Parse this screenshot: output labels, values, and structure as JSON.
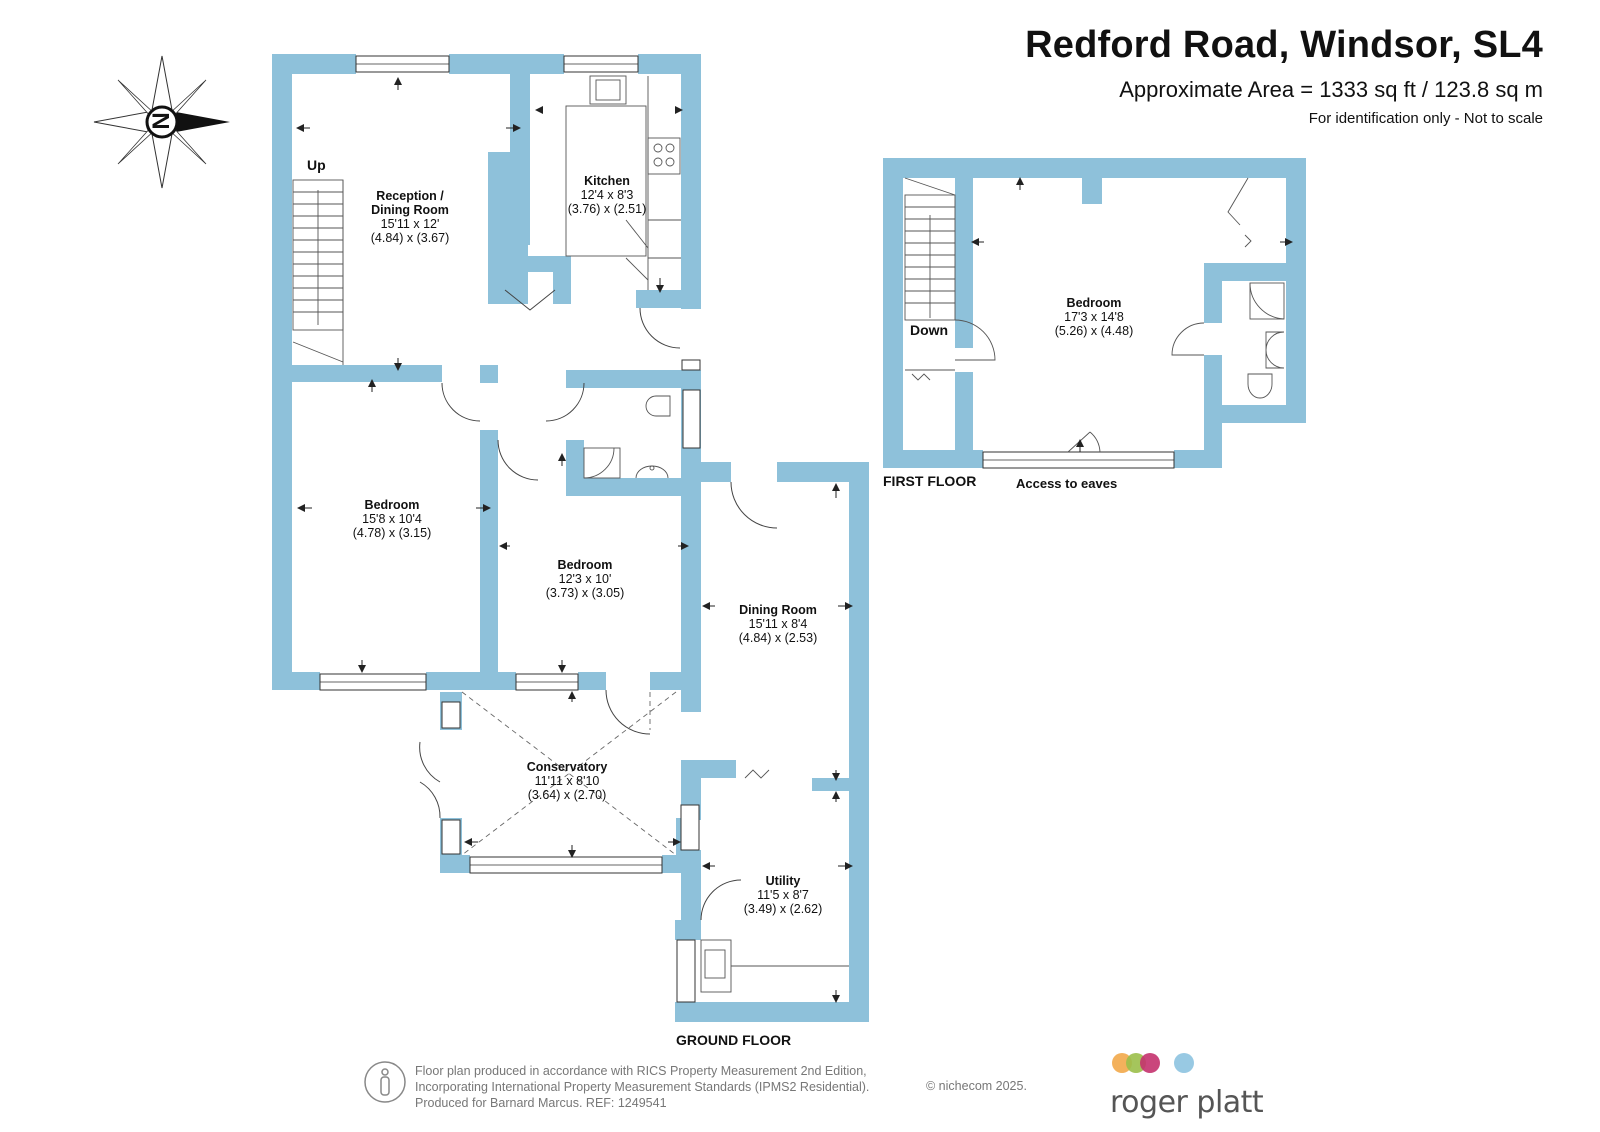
{
  "header": {
    "title": "Redford Road, Windsor, SL4",
    "area": "Approximate Area = 1333 sq ft / 123.8 sq m",
    "disclaimer": "For identification only - Not to scale"
  },
  "compass": {
    "label": "N"
  },
  "ground_floor": {
    "label": "GROUND FLOOR",
    "stairs_label": "Up",
    "rooms": [
      {
        "id": "reception",
        "name": "Reception /",
        "name2": "Dining Room",
        "imperial": "15'11 x 12'",
        "metric": "(4.84) x (3.67)"
      },
      {
        "id": "kitchen",
        "name": "Kitchen",
        "imperial": "12'4 x 8'3",
        "metric": "(3.76) x (2.51)"
      },
      {
        "id": "bedroom1",
        "name": "Bedroom",
        "imperial": "15'8 x 10'4",
        "metric": "(4.78) x (3.15)"
      },
      {
        "id": "bedroom2",
        "name": "Bedroom",
        "imperial": "12'3 x 10'",
        "metric": "(3.73) x (3.05)"
      },
      {
        "id": "dining",
        "name": "Dining Room",
        "imperial": "15'11 x 8'4",
        "metric": "(4.84) x (2.53)"
      },
      {
        "id": "conservatory",
        "name": "Conservatory",
        "imperial": "11'11 x 8'10",
        "metric": "(3.64) x (2.70)"
      },
      {
        "id": "utility",
        "name": "Utility",
        "imperial": "11'5 x 8'7",
        "metric": "(3.49) x (2.62)"
      }
    ]
  },
  "first_floor": {
    "label": "FIRST FLOOR",
    "stairs_label": "Down",
    "eaves_label": "Access to eaves",
    "rooms": [
      {
        "id": "bedroom3",
        "name": "Bedroom",
        "imperial": "17'3 x 14'8",
        "metric": "(5.26) x (4.48)"
      }
    ]
  },
  "footer": {
    "line1": "Floor plan produced in accordance with RICS Property Measurement 2nd Edition,",
    "line2": "Incorporating International Property Measurement Standards (IPMS2 Residential).",
    "line3": "Produced for Barnard Marcus.   REF:  1249541",
    "copyright": "© nichecom 2025."
  },
  "brand": {
    "name": "roger platt",
    "colors": [
      "#f2a84a",
      "#9bbf4a",
      "#c4326e",
      "#8dc3e0"
    ]
  },
  "colors": {
    "wall": "#8ec1da",
    "line": "#333333"
  }
}
